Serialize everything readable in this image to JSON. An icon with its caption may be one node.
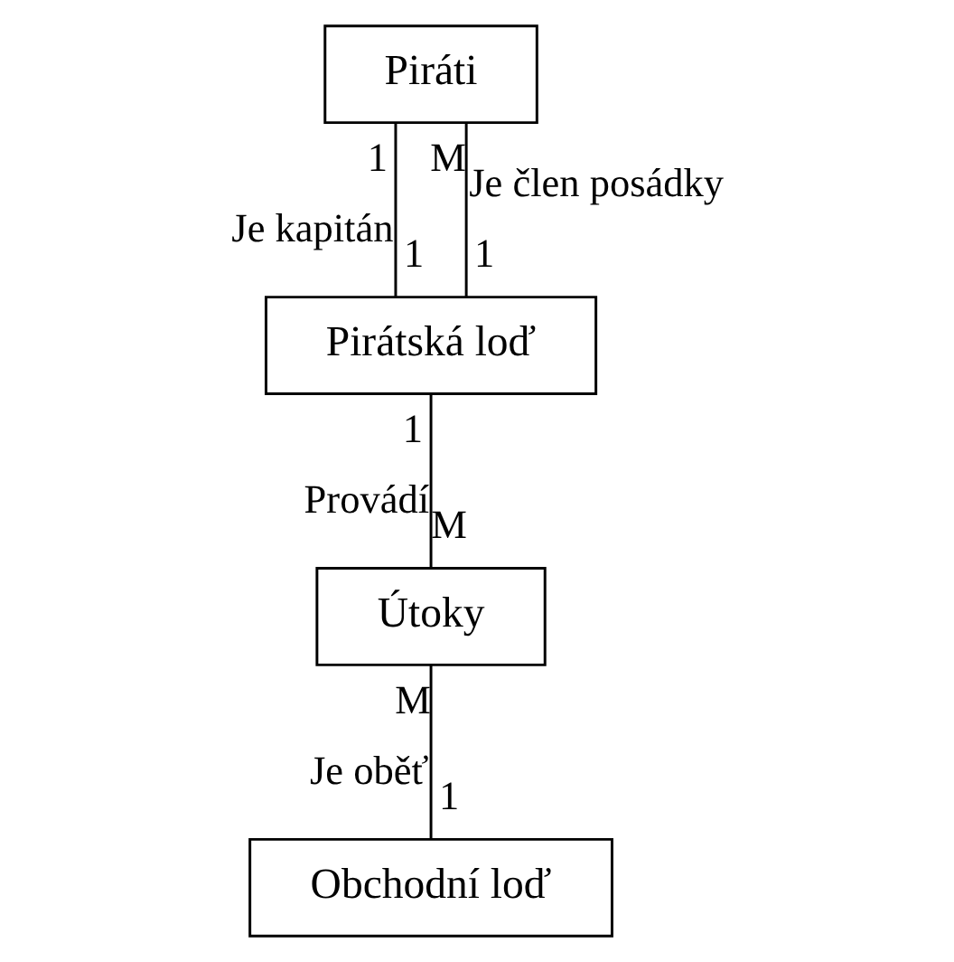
{
  "diagram": {
    "nodes": [
      {
        "text": [
          "Piráti"
        ]
      },
      {
        "text": [
          "Pirátská loď"
        ]
      },
      {
        "text": [
          "Útoky"
        ]
      },
      {
        "text": [
          "Obchodní loď"
        ]
      }
    ],
    "edges": [
      {
        "from": 0,
        "to": 1,
        "arrow": "none",
        "label": "Je kapitán"
      },
      {
        "from": 0,
        "to": 1,
        "arrow": "none",
        "label": "Je člen posádky"
      },
      {
        "from": 1,
        "to": 2,
        "arrow": "none",
        "label": "Provádí"
      },
      {
        "from": 2,
        "to": 3,
        "arrow": "none",
        "label": "Je oběť"
      }
    ],
    "labels": [
      "1",
      "M",
      "1",
      "1",
      "1",
      "M",
      "M",
      "1"
    ]
  }
}
